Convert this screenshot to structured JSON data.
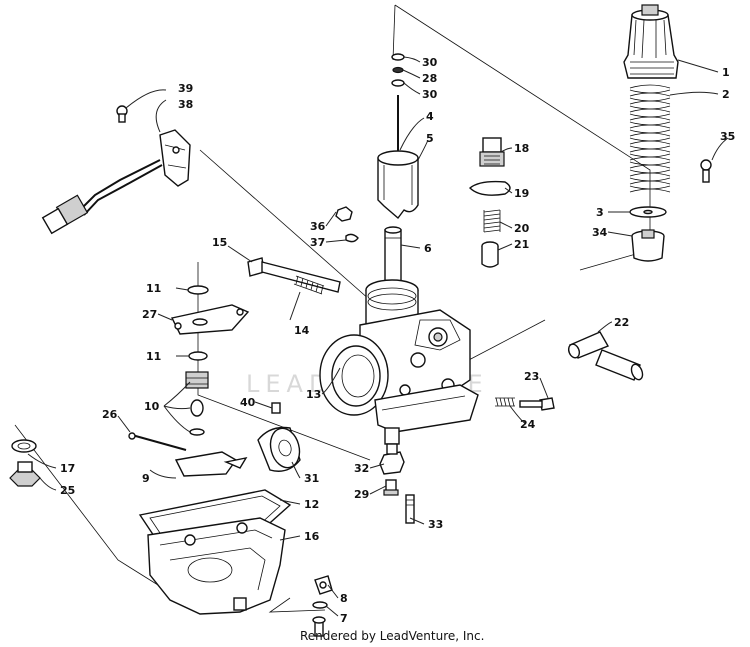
{
  "watermark_text": "LEADVENTURE",
  "credit_text": "Rendered by LeadVenture, Inc.",
  "callouts": [
    "1",
    "2",
    "3",
    "4",
    "5",
    "6",
    "7",
    "8",
    "9",
    "10",
    "11",
    "11",
    "12",
    "13",
    "14",
    "15",
    "16",
    "17",
    "18",
    "19",
    "20",
    "21",
    "22",
    "23",
    "24",
    "25",
    "26",
    "27",
    "28",
    "29",
    "30",
    "30",
    "31",
    "32",
    "33",
    "34",
    "35",
    "36",
    "37",
    "38",
    "39",
    "40"
  ]
}
